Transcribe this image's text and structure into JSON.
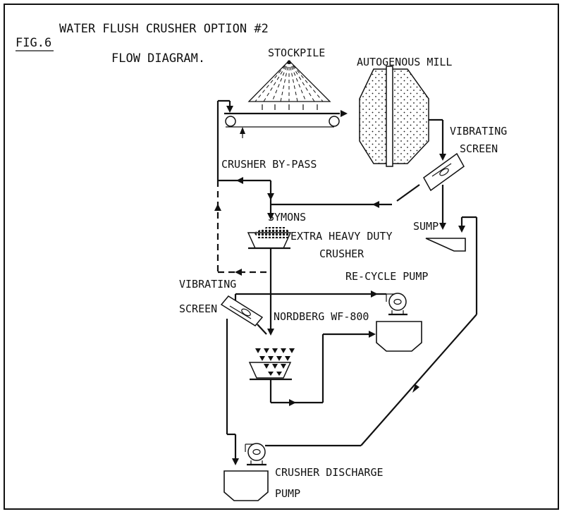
{
  "figure": {
    "number": "FIG.6",
    "title_line1": "WATER FLUSH CRUSHER OPTION #2",
    "title_line2": "FLOW DIAGRAM."
  },
  "labels": {
    "stockpile": "STOCKPILE",
    "autogenous_mill": "AUTOGENOUS MILL",
    "vibrating_screen_top_1": "VIBRATING",
    "vibrating_screen_top_2": "SCREEN",
    "crusher_bypass": "CRUSHER BY-PASS",
    "sump": "SUMP",
    "symons": "SYMONS",
    "extra_heavy_duty": "EXTRA HEAVY DUTY",
    "crusher": "CRUSHER",
    "recycle_pump": "RE-CYCLE PUMP",
    "vibrating_screen_left_1": "VIBRATING",
    "vibrating_screen_left_2": "SCREEN",
    "nordberg": "NORDBERG WF-800",
    "crusher_discharge_1": "CRUSHER DISCHARGE",
    "crusher_discharge_2": "PUMP"
  }
}
